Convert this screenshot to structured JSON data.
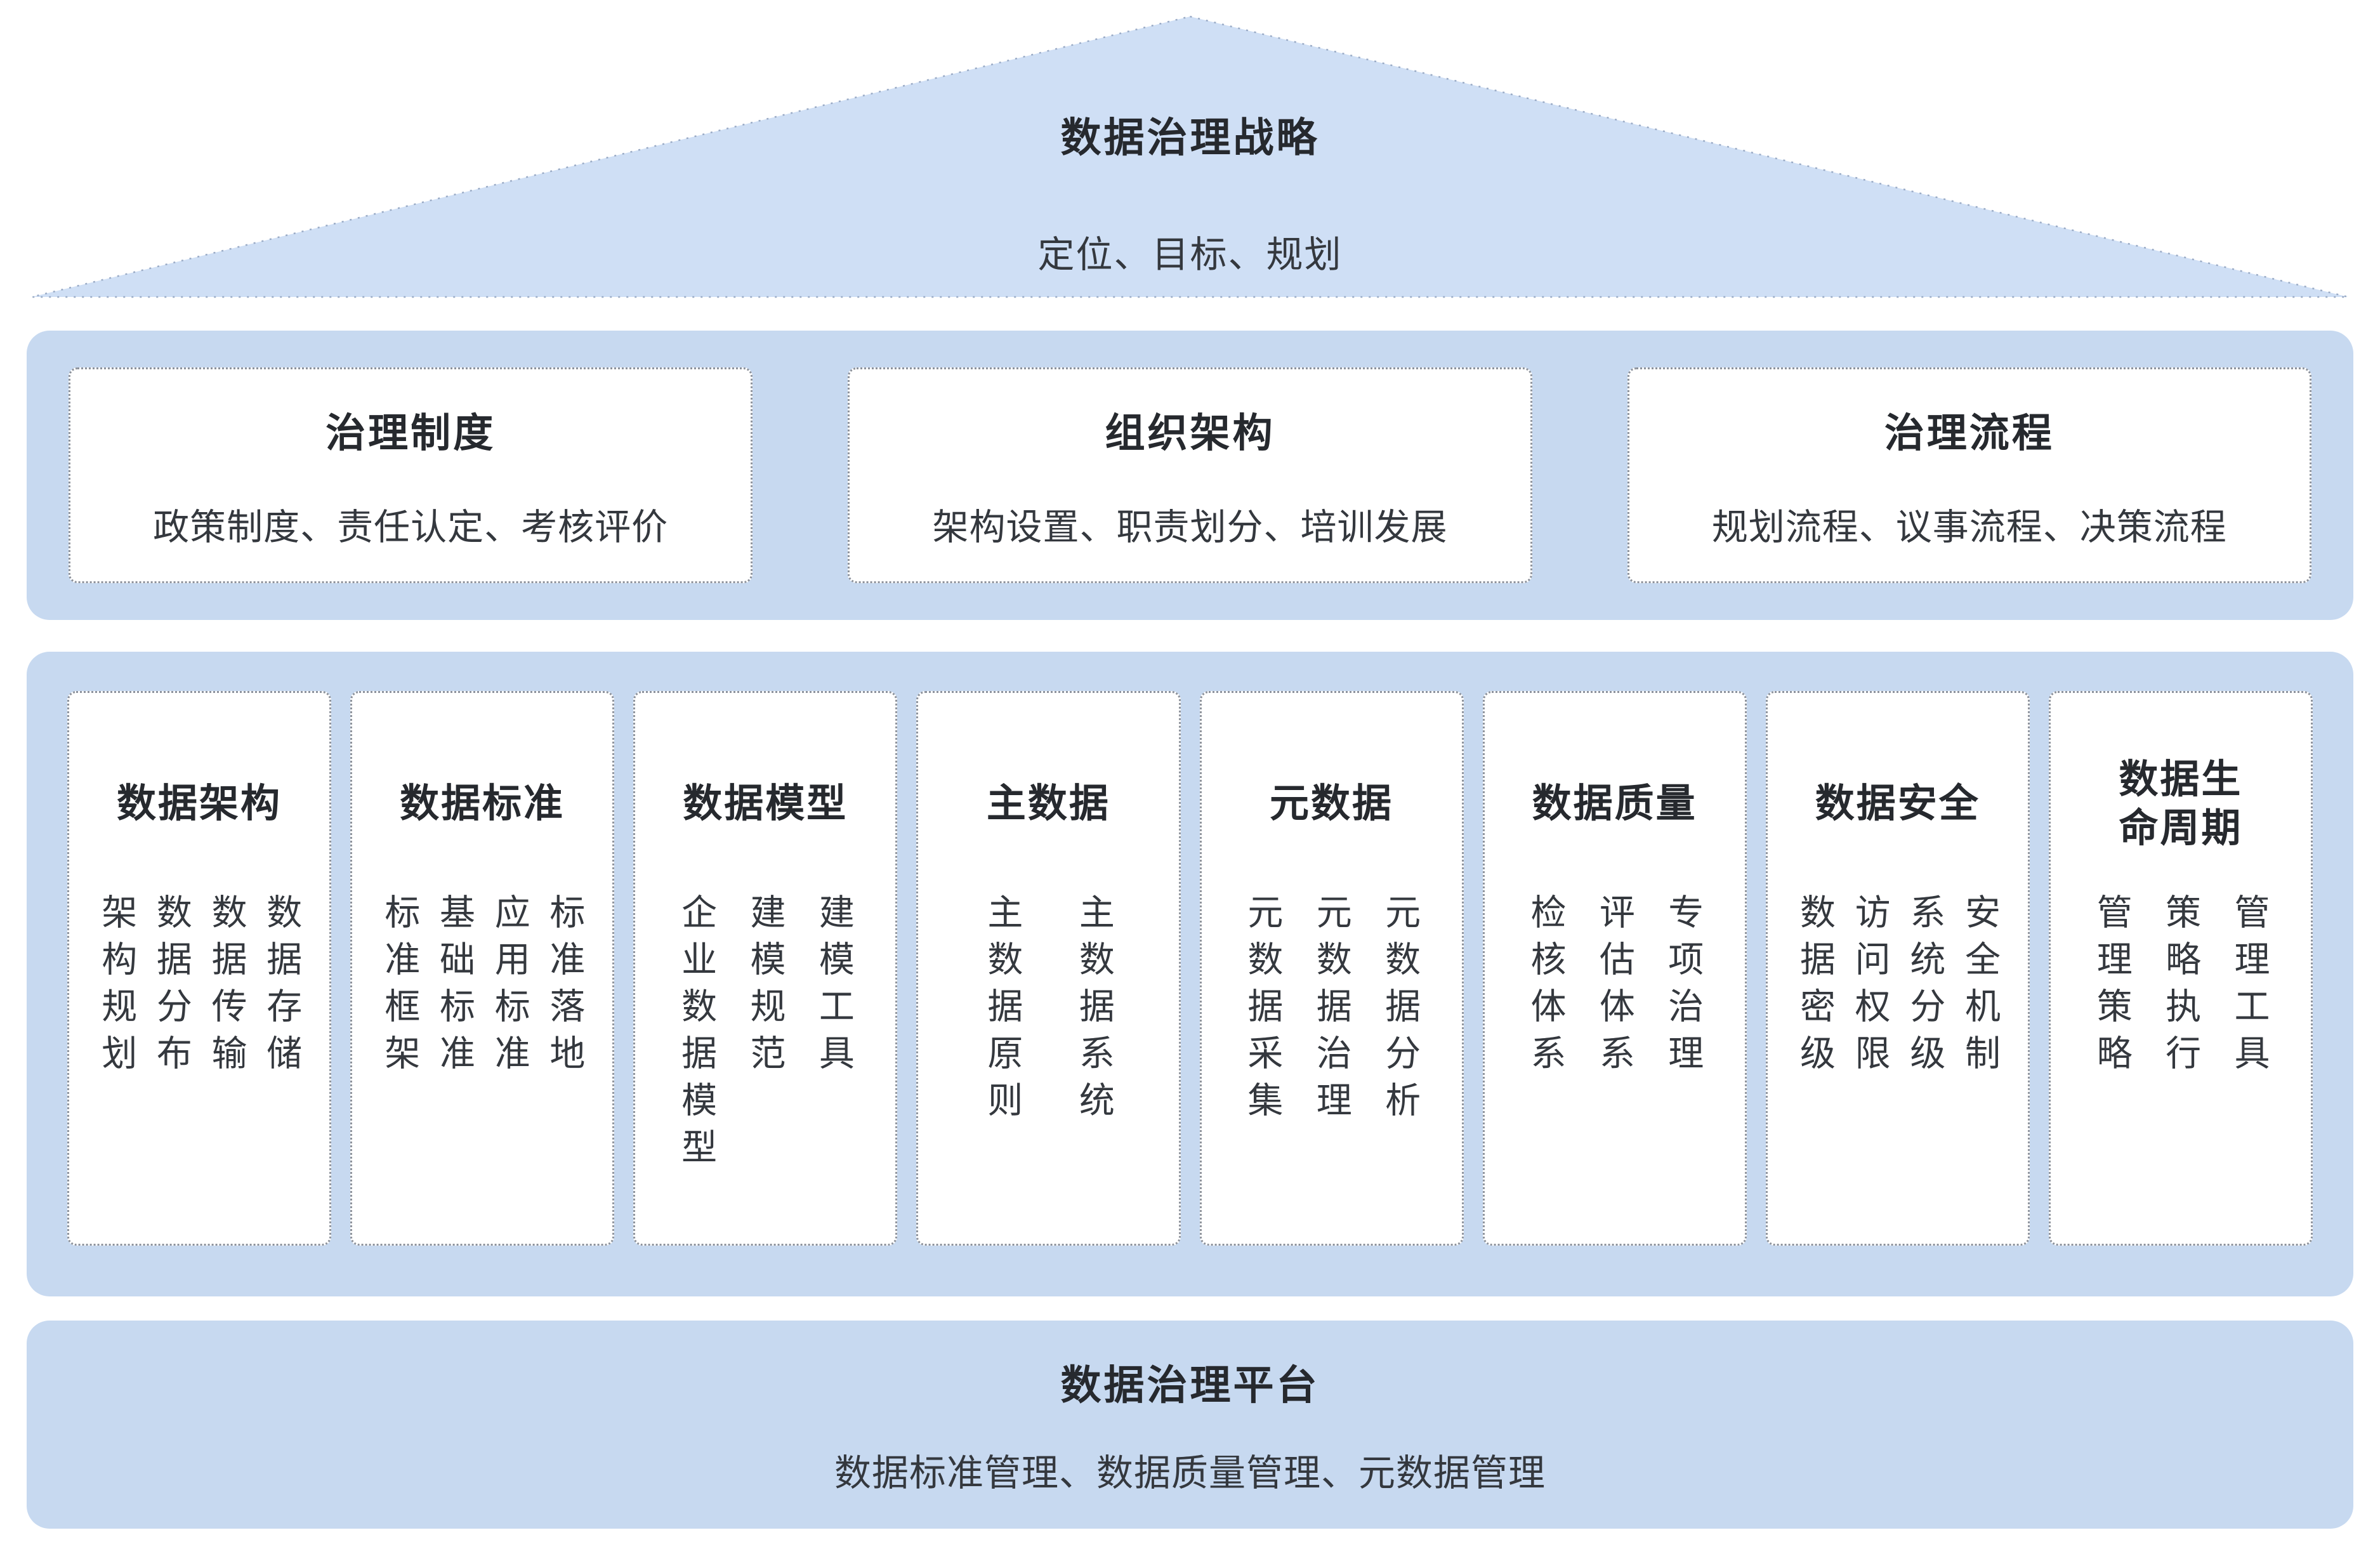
{
  "colors": {
    "band_fill": "#c7d9f0",
    "roof_fill": "#cfdff5",
    "box_border": "#8d929b",
    "roof_stroke": "#9aabc6",
    "text_dark": "#34383e",
    "title_dark": "#26292e"
  },
  "roof": {
    "title": "数据治理战略",
    "subtitle": "定位、目标、规划"
  },
  "governance_row": {
    "boxes": [
      {
        "title": "治理制度",
        "subtitle": "政策制度、责任认定、考核评价"
      },
      {
        "title": "组织架构",
        "subtitle": "架构设置、职责划分、培训发展"
      },
      {
        "title": "治理流程",
        "subtitle": "规划流程、议事流程、决策流程"
      }
    ]
  },
  "domain_row": {
    "boxes": [
      {
        "title": "数据架构",
        "items": [
          "架构规划",
          "数据分布",
          "数据传输",
          "数据存储"
        ]
      },
      {
        "title": "数据标准",
        "items": [
          "标准框架",
          "基础标准",
          "应用标准",
          "标准落地"
        ]
      },
      {
        "title": "数据模型",
        "items": [
          "企业数据模型",
          "建模规范",
          "建模工具"
        ]
      },
      {
        "title": "主数据",
        "items": [
          "主数据原则",
          "主数据系统"
        ]
      },
      {
        "title": "元数据",
        "items": [
          "元数据采集",
          "元数据治理",
          "元数据分析"
        ]
      },
      {
        "title": "数据质量",
        "items": [
          "检核体系",
          "评估体系",
          "专项治理"
        ]
      },
      {
        "title": "数据安全",
        "items": [
          "数据密级",
          "访问权限",
          "系统分级",
          "安全机制"
        ]
      },
      {
        "title": "数据生命周期",
        "items": [
          "管理策略",
          "策略执行",
          "管理工具"
        ]
      }
    ]
  },
  "platform": {
    "title": "数据治理平台",
    "subtitle": "数据标准管理、数据质量管理、元数据管理"
  }
}
